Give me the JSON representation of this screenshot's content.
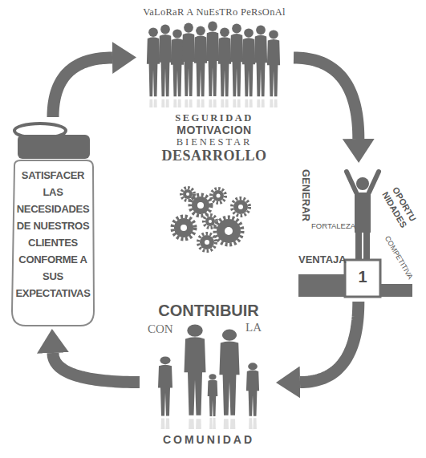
{
  "diagram": {
    "nodes": [
      {
        "text": [
          "VaLoRaR A NuEsTRo PeRsOnAl",
          "SEGURIDAD",
          "MOTIVACION",
          "BIENESTAR",
          "DESARROLLO"
        ]
      },
      {
        "text": [
          "SATISFACER LAS NECESIDADES DE NUESTROS CLIENTES CONFORME A SUS EXPECTATIVAS"
        ]
      },
      {
        "text": [
          "GENERAR",
          "OPORTU NIDADES",
          "FORTALEZA",
          "VENTAJA",
          "COMPETITIVA"
        ]
      },
      {
        "text": [
          "CONTRIBUIR",
          "CON",
          "LA",
          "COMUNIDAD"
        ]
      }
    ],
    "edges": [
      {
        "from": 0,
        "to": 2,
        "arrow": "to"
      },
      {
        "from": 2,
        "to": 3,
        "arrow": "to"
      },
      {
        "from": 3,
        "to": 1,
        "arrow": "to"
      },
      {
        "from": 1,
        "to": 0,
        "arrow": "to"
      }
    ],
    "labels": [
      "1"
    ]
  }
}
